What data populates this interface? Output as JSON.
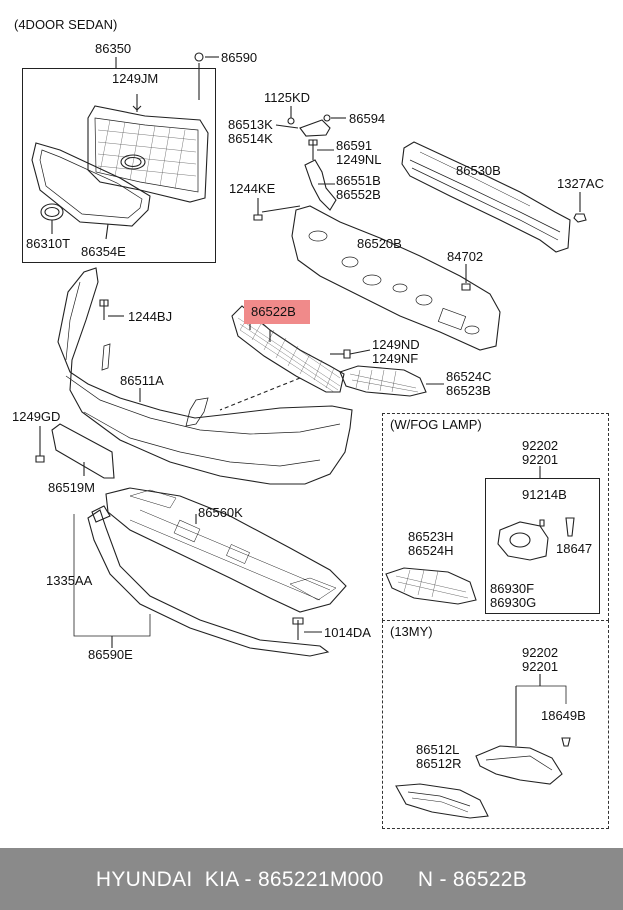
{
  "diagram": {
    "title": "(4DOOR SEDAN)",
    "parts": {
      "p86350": "86350",
      "p86590": "86590",
      "p1249JM": "1249JM",
      "p1125KD": "1125KD",
      "p86513K": "86513K",
      "p86514K": "86514K",
      "p86594": "86594",
      "p86591": "86591",
      "p1249NL": "1249NL",
      "p86530B": "86530B",
      "p1327AC": "1327AC",
      "p1244KE": "1244KE",
      "p86551B": "86551B",
      "p86552B": "86552B",
      "p86310T": "86310T",
      "p86354E": "86354E",
      "p86520B": "86520B",
      "p84702": "84702",
      "p1244BJ": "1244BJ",
      "p86522B": "86522B",
      "p1249ND": "1249ND",
      "p1249NF": "1249NF",
      "p86511A": "86511A",
      "p86524C": "86524C",
      "p86523B": "86523B",
      "p1249GD": "1249GD",
      "p86519M": "86519M",
      "p86560K": "86560K",
      "p1335AA": "1335AA",
      "p1014DA": "1014DA",
      "p86590E": "86590E"
    },
    "fog_section": {
      "title": "(W/FOG LAMP)",
      "p92202": "92202",
      "p92201": "92201",
      "p91214B": "91214B",
      "p18647": "18647",
      "p86523H": "86523H",
      "p86524H": "86524H",
      "p86930F": "86930F",
      "p86930G": "86930G"
    },
    "my13_section": {
      "title": "(13MY)",
      "p92202": "92202",
      "p92201": "92201",
      "p18649B": "18649B",
      "p86512L": "86512L",
      "p86512R": "86512R"
    },
    "highlight_color": "#f08a8a"
  },
  "footer": {
    "brand": "HYUNDAI  KIA",
    "sep1": "-",
    "part_number": "865221M000",
    "code_prefix": "N",
    "sep2": "-",
    "code": "86522B"
  }
}
